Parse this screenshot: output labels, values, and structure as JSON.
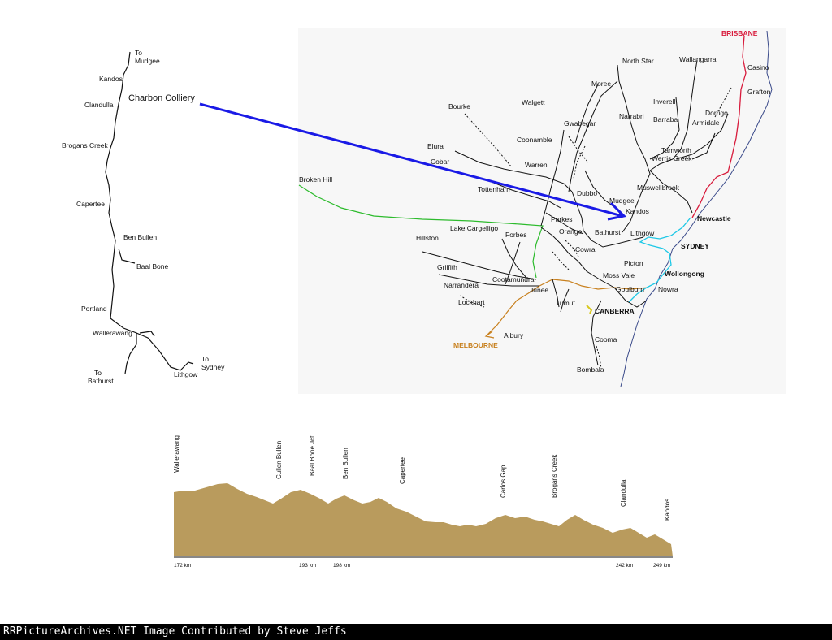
{
  "strip_map": {
    "callout": "Charbon Colliery",
    "places": {
      "to_mudgee_1": "To",
      "to_mudgee_2": "Mudgee",
      "kandos": "Kandos",
      "clandulla": "Clandulla",
      "brogans_creek": "Brogans Creek",
      "capertee": "Capertee",
      "ben_bullen": "Ben Bullen",
      "baal_bone": "Baal Bone",
      "portland": "Portland",
      "wallerawang": "Wallerawang",
      "to_bathurst_1": "To",
      "to_bathurst_2": "Bathurst",
      "lithgow": "Lithgow",
      "to_sydney_1": "To",
      "to_sydney_2": "Sydney"
    }
  },
  "nsw_map": {
    "towns": {
      "brisbane": "BRISBANE",
      "north_star": "North Star",
      "wallangarra": "Wallangarra",
      "casino": "Casino",
      "moree": "Moree",
      "grafton": "Grafton",
      "bourke": "Bourke",
      "walgett": "Walgett",
      "inverell": "Inverell",
      "narrabri": "Narrabri",
      "barraba": "Barraba",
      "dorrigo": "Dorrigo",
      "armidale": "Armidale",
      "gwabegar": "Gwabegar",
      "coonamble": "Coonamble",
      "elura": "Elura",
      "cobar": "Cobar",
      "tamworth": "Tamworth",
      "werris_creek": "Werris Creek",
      "warren": "Warren",
      "broken_hill": "Broken Hill",
      "tottenham": "Tottenham",
      "dubbo": "Dubbo",
      "muswellbrook": "Muswellbrook",
      "mudgee": "Mudgee",
      "kandos": "Kandos",
      "newcastle": "Newcastle",
      "parkes": "Parkes",
      "lake_cargelligo": "Lake Cargelligo",
      "hillston": "Hillston",
      "forbes": "Forbes",
      "orange": "Orange",
      "bathurst": "Bathurst",
      "lithgow": "Lithgow",
      "sydney": "SYDNEY",
      "cowra": "Cowra",
      "griffith": "Griffith",
      "picton": "Picton",
      "wollongong": "Wollongong",
      "cootamundra": "Cootamundra",
      "moss_vale": "Moss Vale",
      "narrandera": "Narrandera",
      "junee": "Junee",
      "goulburn": "Goulburn",
      "nowra": "Nowra",
      "lockhart": "Lockhart",
      "tumut": "Tumut",
      "canberra": "CANBERRA",
      "albury": "Albury",
      "melbourne": "MELBOURNE",
      "cooma": "Cooma",
      "bombala": "Bombala"
    },
    "colors": {
      "line": "#000000",
      "arrow": "#1a1ae6",
      "brisbane": "#d81b3c",
      "broken_hill": "#2dbb2d",
      "melbourne": "#c8801e",
      "coast": "#1ec8e6",
      "canberra": "#d8c81e"
    }
  },
  "profile": {
    "fill_color": "#b99b5d",
    "stations": {
      "wallerawang": "Wallerawang",
      "cullen_bullen": "Cullen Bullen",
      "baal_bone_jct": "Baal Bone Jct",
      "ben_bullen": "Ben Bullen",
      "capertee": "Capertee",
      "carlos_gap": "Carlos Gap",
      "brogans_creek": "Brogans Creek",
      "clandulla": "Clandulla",
      "kandos": "Kandos"
    },
    "km": {
      "a": "172 km",
      "b": "193 km",
      "c": "198 km",
      "d": "242 km",
      "e": "249 km"
    }
  },
  "footer": {
    "credit": "RRPictureArchives.NET Image Contributed by Steve Jeffs"
  }
}
